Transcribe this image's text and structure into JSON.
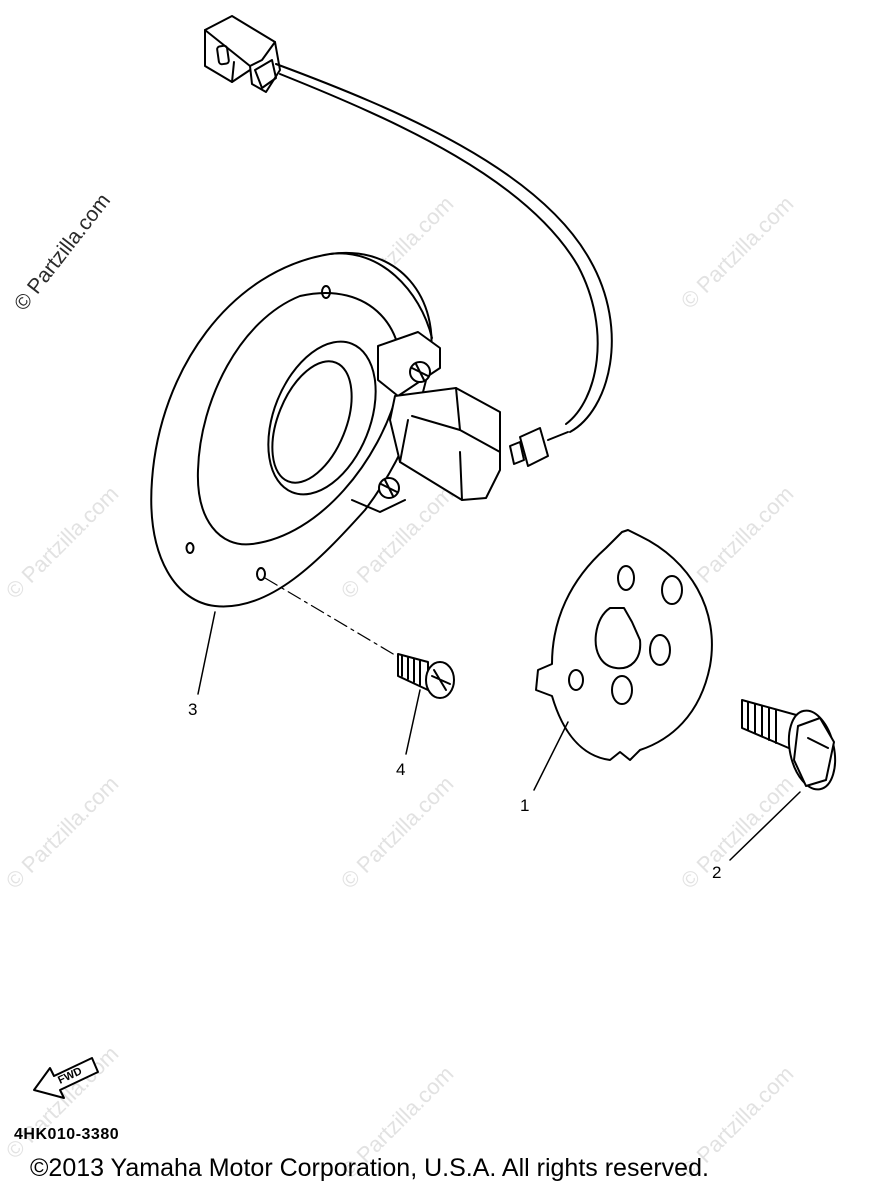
{
  "watermark": {
    "text": "© Partzilla.com"
  },
  "callouts": [
    {
      "number": "1"
    },
    {
      "number": "2"
    },
    {
      "number": "3"
    },
    {
      "number": "4"
    }
  ],
  "fwd_arrow": {
    "label": "FWD"
  },
  "part_code": "4HK010-3380",
  "copyright": "©2013 Yamaha Motor Corporation, U.S.A. All rights reserved.",
  "colors": {
    "line": "#000000",
    "watermark": "#e2e2e2",
    "background": "#ffffff"
  }
}
